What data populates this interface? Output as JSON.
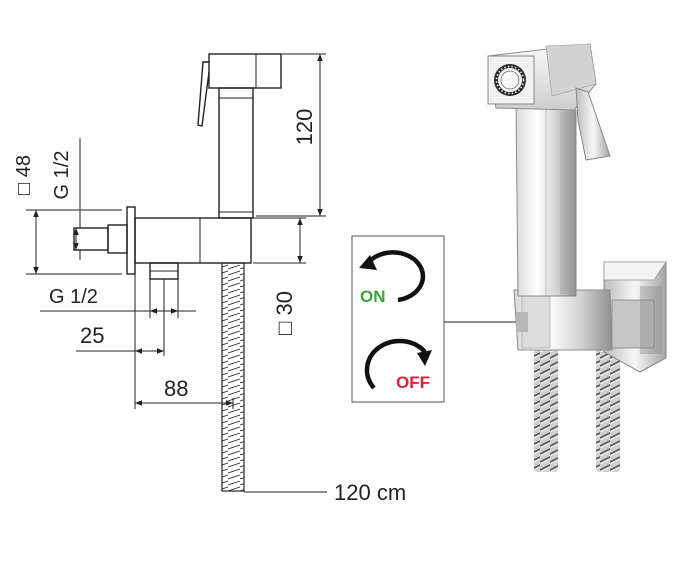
{
  "dimensions": {
    "square_48": "48",
    "thread_left": "G 1/2",
    "height_120": "120",
    "thread_bottom": "G 1/2",
    "len_25": "25",
    "len_88": "88",
    "square_30": "30",
    "hose_length": "120 cm"
  },
  "indicator": {
    "on_label": "ON",
    "off_label": "OFF"
  },
  "colors": {
    "on": "#3aa63a",
    "off": "#e0213b",
    "line": "#222222",
    "chrome_light": "#f4f4f4",
    "chrome_dark": "#9a9a9a"
  }
}
